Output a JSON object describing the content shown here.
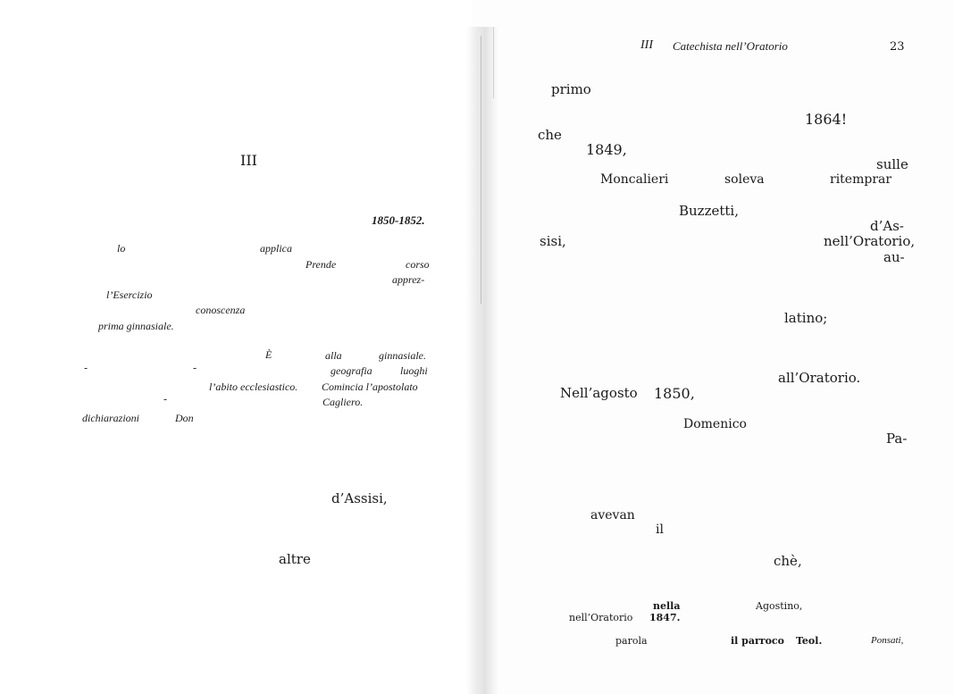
{
  "header": {
    "chapter": "III",
    "running_title": "Catechista nell’Oratorio",
    "page_number": "23"
  },
  "left_page": {
    "chapter_heading": "III",
    "years": "1850-1852.",
    "summary": {
      "lo": "lo",
      "applica": "applica",
      "prende": "Prende",
      "corso": "corso",
      "apprez": "apprez-",
      "esercizio": "l’Esercizio",
      "conoscenza": "conoscenza",
      "prima_ginnasiale": "prima ginnasiale.",
      "e_accent": "È",
      "alla": "alla",
      "ginnasiale": "ginnasiale.",
      "geografia": "geografia",
      "luoghi": "luoghi",
      "abito": "l’abito ecclesiastico.",
      "comincia": "Comincia l’apostolato",
      "cagliero": "Cagliero.",
      "dichiarazioni": "dichiarazioni",
      "don": "Don"
    },
    "body": {
      "assisi": "d’Assisi,",
      "altre": "altre"
    }
  },
  "right_page": {
    "body": {
      "primo": "primo",
      "y1864": "1864!",
      "che": "che",
      "y1849": "1849,",
      "sulle": "sulle",
      "moncalieri": "Moncalieri",
      "soleva": "soleva",
      "ritemprar": "ritemprar",
      "buzzetti": "Buzzetti,",
      "das": "d’As-",
      "sisi": "sisi,",
      "nelloratorio": "nell’Oratorio,",
      "au": "au-",
      "latino": "latino;",
      "alloratorio": "all’Oratorio.",
      "nellagosto": "Nell’agosto",
      "y1850": "1850,",
      "domenico": "Domenico",
      "pa": "Pa-",
      "avevan": "avevan",
      "il": "il",
      "che_accent": "chè,"
    },
    "footnote": {
      "nella": "nella",
      "agostino": "Agostino,",
      "nelloratorio": "nell’Oratorio",
      "y1847": "1847.",
      "parola": "parola",
      "il_parroco": "il parroco",
      "teol": "Teol.",
      "ponsati": "Ponsati,"
    }
  }
}
